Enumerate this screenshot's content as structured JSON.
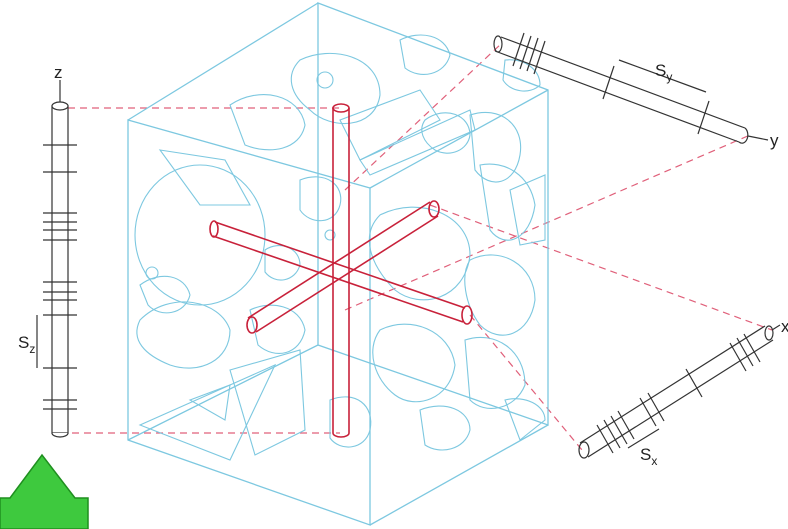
{
  "axes": {
    "z": {
      "label": "z",
      "spacing_label": "S",
      "spacing_sub": "z"
    },
    "y": {
      "label": "y",
      "spacing_label": "S",
      "spacing_sub": "y"
    },
    "x": {
      "label": "x",
      "spacing_label": "S",
      "spacing_sub": "x"
    }
  },
  "colors": {
    "cube": "#7dc8e0",
    "rods": "#c8213a",
    "projection": "#e0607a",
    "sample_rods": "#333333",
    "arrow_fill": "#3ec93e",
    "arrow_stroke": "#1f8f1f"
  },
  "overlay": {
    "icon": "green-arrow-icon"
  }
}
